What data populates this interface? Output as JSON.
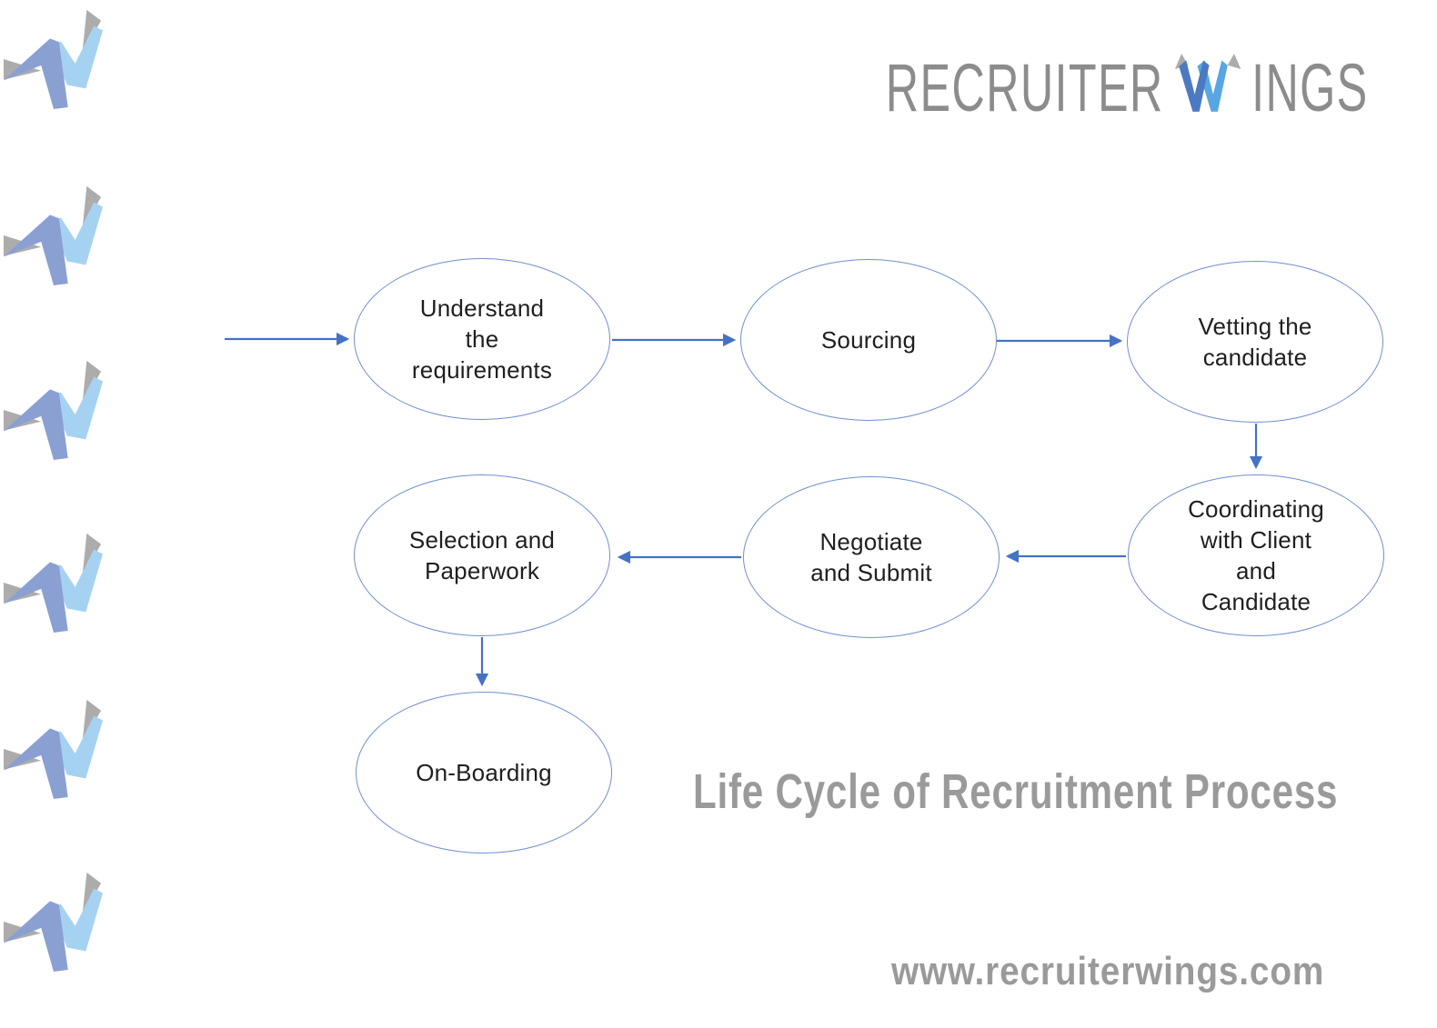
{
  "colors": {
    "arrow-blue": "#4472C4",
    "ellipse-stroke": "#7090CE",
    "node-text": "#1F1F1F",
    "brand-gray": "#8C8C8C",
    "title-gray": "#9A9A9A",
    "wing-periwinkle": "#8AA0D3",
    "wing-lightblue": "#A6D2F2",
    "wing-gray": "#ACACAC",
    "logo-w-dark": "#4B7AC1",
    "logo-w-light": "#58A7E2"
  },
  "logo": {
    "text_before_w": "RECRUITER",
    "text_after_w": "INGS",
    "full_name": "RECRUITER WINGS"
  },
  "title": {
    "text": "Life Cycle of Recruitment Process"
  },
  "footer": {
    "website": "www.recruiterwings.com"
  },
  "flowchart": {
    "nodes": [
      {
        "id": "understand",
        "label": "Understand\nthe\nrequirements"
      },
      {
        "id": "sourcing",
        "label": "Sourcing"
      },
      {
        "id": "vetting",
        "label": "Vetting the\ncandidate"
      },
      {
        "id": "coordinating",
        "label": "Coordinating\nwith Client\nand\nCandidate"
      },
      {
        "id": "negotiate",
        "label": "Negotiate\nand Submit"
      },
      {
        "id": "selection",
        "label": "Selection and\nPaperwork"
      },
      {
        "id": "onboarding",
        "label": "On-Boarding"
      }
    ],
    "edges": [
      {
        "from": "start",
        "to": "understand",
        "direction": "right"
      },
      {
        "from": "understand",
        "to": "sourcing",
        "direction": "right"
      },
      {
        "from": "sourcing",
        "to": "vetting",
        "direction": "right"
      },
      {
        "from": "vetting",
        "to": "coordinating",
        "direction": "down"
      },
      {
        "from": "coordinating",
        "to": "negotiate",
        "direction": "left"
      },
      {
        "from": "negotiate",
        "to": "selection",
        "direction": "left"
      },
      {
        "from": "selection",
        "to": "onboarding",
        "direction": "down"
      }
    ]
  }
}
